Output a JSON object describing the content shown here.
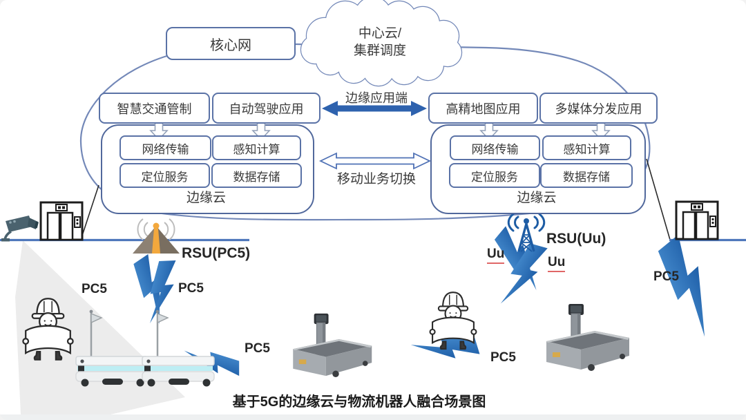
{
  "caption": "基于5G的边缘云与物流机器人融合场景图",
  "cloud_layer": {
    "core_network": "核心网",
    "central_cloud": {
      "line1": "中心云/",
      "line2": "集群调度"
    },
    "edge_app_arrow_label": "边缘应用端",
    "mobility_arrow_label": "移动业务切换",
    "left_apps": [
      "智慧交通管制",
      "自动驾驶应用"
    ],
    "right_apps": [
      "高精地图应用",
      "多媒体分发应用"
    ],
    "left_services": [
      "网络传输",
      "感知计算",
      "定位服务",
      "数据存储"
    ],
    "right_services": [
      "网络传输",
      "感知计算",
      "定位服务",
      "数据存储"
    ],
    "left_edge_cloud": "边缘云",
    "right_edge_cloud": "边缘云"
  },
  "field_layer": {
    "rsu_left": "RSU(PC5)",
    "rsu_right": "RSU(Uu)",
    "links": {
      "pc5_l1": "PC5",
      "pc5_l2": "PC5",
      "pc5_l3": "PC5",
      "uu_1": "Uu",
      "uu_2": "Uu",
      "pc5_r1": "PC5",
      "pc5_r2": "PC5"
    }
  },
  "icons": {
    "camera": "surveillance-camera",
    "elevator_left": "elevator",
    "elevator_right": "elevator",
    "rsu_pc5": "roadside-unit-beacon",
    "rsu_uu": "cell-tower",
    "worker_left": "worker-reading-blueprint",
    "worker_right": "worker-reading-blueprint",
    "agv_white": "agv-robot-with-flag",
    "agv_gray": "logistics-robot-with-scanner",
    "lightning": "wireless-link-bolt"
  },
  "colors": {
    "box_border": "#5a72a6",
    "cloud_outline": "#7388b8",
    "solid_arrow": "#2e62ae",
    "lightning_blue": "#2c6cb2",
    "ground_line": "#4e77bb",
    "rsu_orange": "#f3a83d",
    "underline_red": "#e06666"
  }
}
